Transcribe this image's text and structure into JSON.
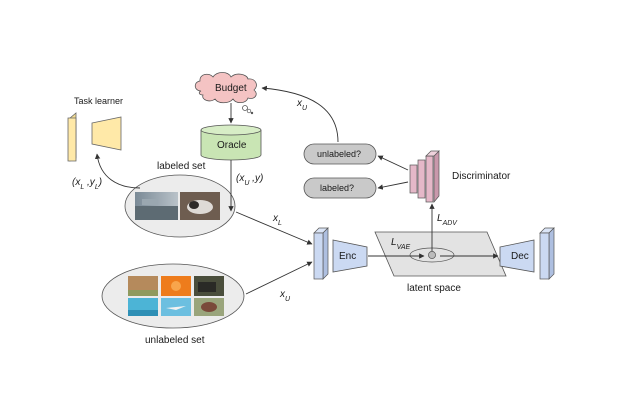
{
  "labels": {
    "task_learner": "Task learner",
    "budget": "Budget",
    "oracle": "Oracle",
    "labeled_set": "labeled set",
    "unlabeled_set": "unlabeled set",
    "enc": "Enc",
    "dec": "Dec",
    "latent_space": "latent space",
    "discriminator": "Discriminator",
    "q_unlabeled": "unlabeled?",
    "q_labeled": "labeled?"
  },
  "math": {
    "x_u_top": {
      "base": "x",
      "sub": "U"
    },
    "x_l_pair": {
      "open": "(x",
      "sub1": "L",
      "comma": " ,y",
      "sub2": "L",
      "close": ")"
    },
    "x_u_y_pair": {
      "open": "(x",
      "sub1": "U",
      "close": " ,y)"
    },
    "x_l_edge": {
      "base": "x",
      "sub": "L"
    },
    "x_u_edge": {
      "base": "x",
      "sub": "U"
    },
    "l_vae": {
      "base": "L",
      "sub": "VAE"
    },
    "l_adv": {
      "base": "L",
      "sub": "ADV"
    }
  },
  "colors": {
    "task_learner": "#ffe9a8",
    "budget": "#f4c3c3",
    "oracle": "#c9e5b4",
    "encoder": "#cbd9f2",
    "discriminator": "#e5b8c8",
    "ellipse": "#ececec",
    "pill": "#c9c9c9"
  },
  "icons": [
    "coin-icon"
  ]
}
